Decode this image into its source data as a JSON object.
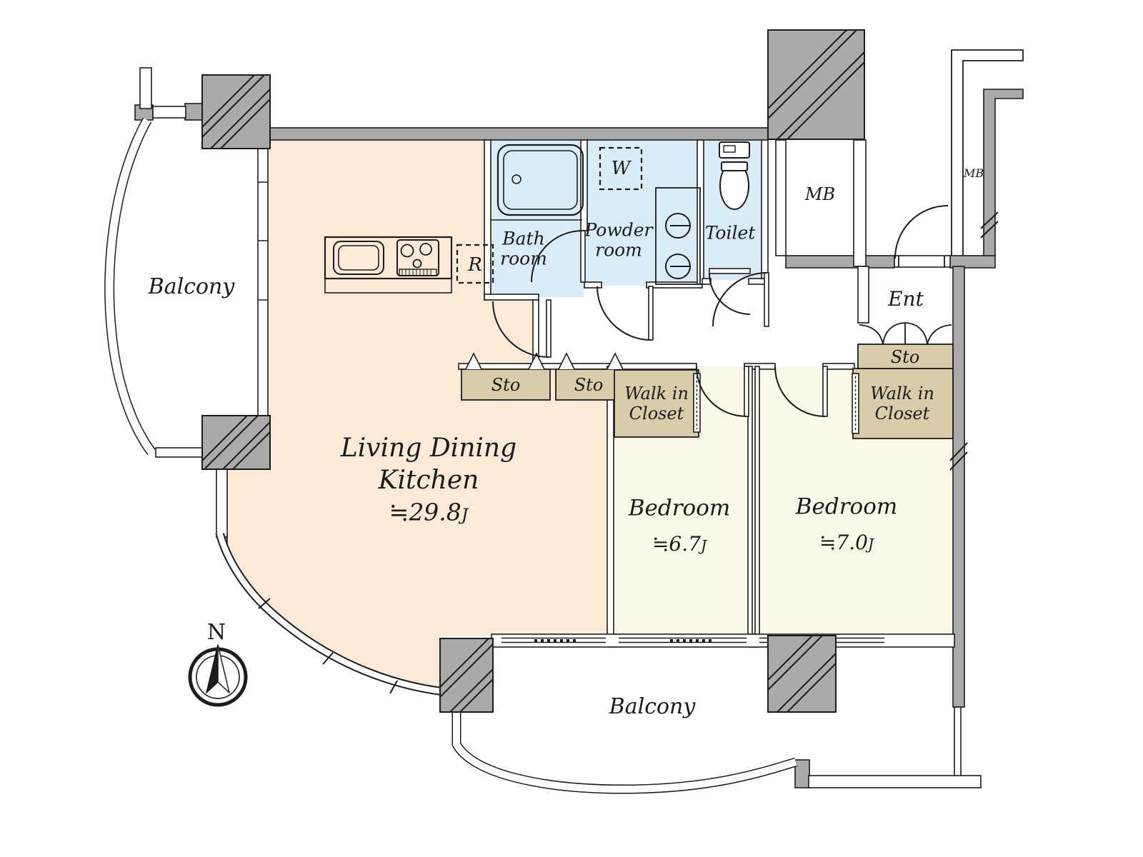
{
  "colors": {
    "line": "#1c1c1c",
    "wall_gray": "#a9aaac",
    "ldk_fill": "#fcead8",
    "bedroom_fill": "#fdf9e8",
    "wet_area_fill": "#d9ecf8",
    "storage_fill": "#d8cca9",
    "paper": "#ffffff"
  },
  "compass": {
    "north": "N"
  },
  "balcony_left": {
    "label": "Balcony"
  },
  "balcony_bottom": {
    "label": "Balcony"
  },
  "rooms": {
    "ldk": {
      "line1": "Living Dining",
      "line2": "Kitchen",
      "area": "≒29.8",
      "unit": "J"
    },
    "bedroom_1": {
      "name": "Bedroom",
      "area": "≒6.7",
      "unit": "J"
    },
    "bedroom_2": {
      "name": "Bedroom",
      "area": "≒7.0",
      "unit": "J"
    },
    "bathroom": {
      "line1": "Bath",
      "line2": "room"
    },
    "powder_room": {
      "line1": "Powder",
      "line2": "room"
    },
    "toilet": {
      "label": "Toilet"
    },
    "entrance": {
      "label": "Ent"
    }
  },
  "storage": {
    "hall_sto_1": "Sto",
    "hall_sto_2": "Sto",
    "entrance_sto": "Sto",
    "wic_1": {
      "line1": "Walk in",
      "line2": "Closet"
    },
    "wic_2": {
      "line1": "Walk in",
      "line2": "Closet"
    }
  },
  "equipment": {
    "washer": "W",
    "refrigerator": "R",
    "meter_box": "MB",
    "meter_box_corridor": "MB"
  }
}
